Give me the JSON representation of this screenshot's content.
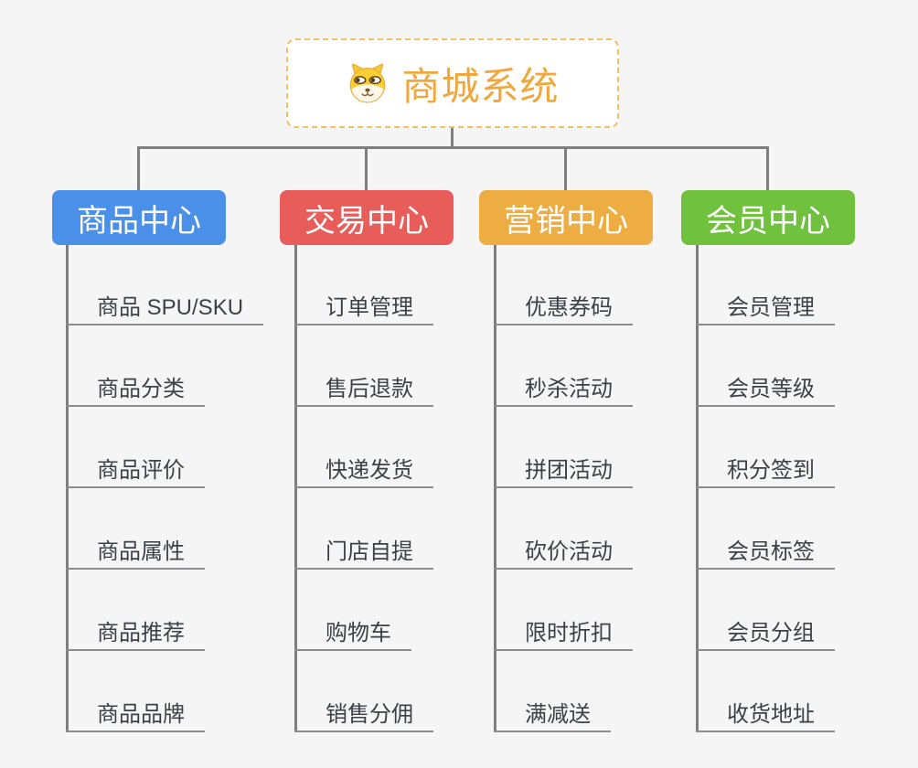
{
  "root": {
    "title": "商城系统",
    "icon": "shiba-dog-icon"
  },
  "branches": [
    {
      "title": "商品中心",
      "color": "#4a90e8",
      "items": [
        "商品 SPU/SKU",
        "商品分类",
        "商品评价",
        "商品属性",
        "商品推荐",
        "商品品牌"
      ]
    },
    {
      "title": "交易中心",
      "color": "#e85c5a",
      "items": [
        "订单管理",
        "售后退款",
        "快递发货",
        "门店自提",
        "购物车",
        "销售分佣"
      ]
    },
    {
      "title": "营销中心",
      "color": "#edad42",
      "items": [
        "优惠券码",
        "秒杀活动",
        "拼团活动",
        "砍价活动",
        "限时折扣",
        "满减送"
      ]
    },
    {
      "title": "会员中心",
      "color": "#6fc13e",
      "items": [
        "会员管理",
        "会员等级",
        "积分签到",
        "会员标签",
        "会员分组",
        "收货地址"
      ]
    }
  ],
  "colors": {
    "background": "#f5f5f6",
    "connector": "#7e7e7e",
    "leaf_underline": "#8c8c8c",
    "leaf_text": "#3c4148",
    "root_text": "#f0a73e",
    "root_border": "#f2c063"
  }
}
